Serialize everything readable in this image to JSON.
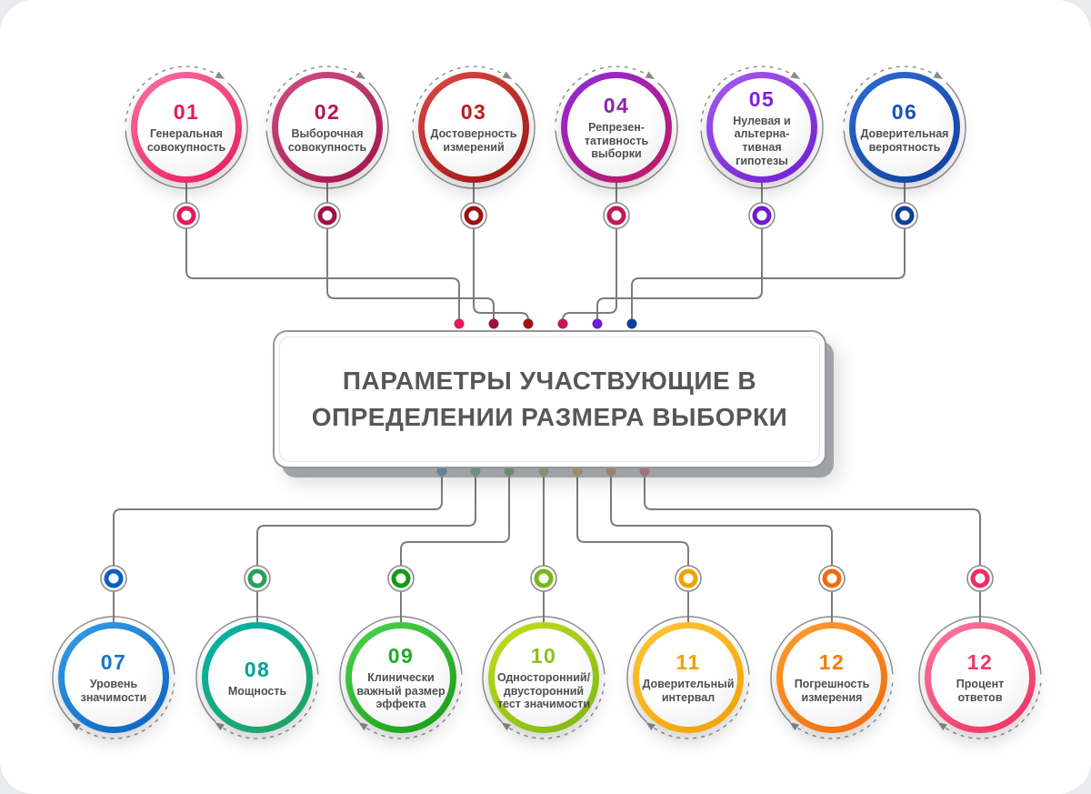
{
  "title": {
    "line1": "ПАРАМЕТРЫ УЧАСТВУЮЩИЕ В",
    "line2": "ОПРЕДЕЛЕНИИ РАЗМЕРА ВЫБОРКИ"
  },
  "colors": {
    "wire": "#7c7c7c",
    "outline": "#8c8c8c",
    "label": "#4f4f4f",
    "title": "#55585a"
  },
  "nodes_top": [
    {
      "num": "01",
      "label": "Генеральная\nсовокупность",
      "ring_start": "#f973a5",
      "ring_end": "#e8175c",
      "accent": "#e8175c"
    },
    {
      "num": "02",
      "label": "Выборочная\nсовокупность",
      "ring_start": "#d15086",
      "ring_end": "#a01148",
      "accent": "#b81355"
    },
    {
      "num": "03",
      "label": "Достоверность\nизмерений",
      "ring_start": "#e04848",
      "ring_end": "#9d1212",
      "accent": "#c11b1b"
    },
    {
      "num": "04",
      "label": "Репрезен-\nтативность\nвыборки",
      "ring_start": "#8d2ae0",
      "ring_end": "#c21858",
      "accent": "#8e24aa"
    },
    {
      "num": "05",
      "label": "Нулевая и\nальтерна-\nтивная\nгипотезы",
      "ring_start": "#a45cf0",
      "ring_end": "#6f1bd0",
      "accent": "#7c22dd"
    },
    {
      "num": "06",
      "label": "Доверительная\nвероятность",
      "ring_start": "#2e6bd6",
      "ring_end": "#0f3f9a",
      "accent": "#1a52b8"
    }
  ],
  "nodes_bottom": [
    {
      "num": "07",
      "label": "Уровень\nзначимости",
      "ring_start": "#34a0e8",
      "ring_end": "#0a5fc0",
      "accent": "#1673d2"
    },
    {
      "num": "08",
      "label": "Мощность",
      "ring_start": "#00b3ad",
      "ring_end": "#27a05c",
      "accent": "#00a19a"
    },
    {
      "num": "09",
      "label": "Клинически\nважный размер\nэффекта",
      "ring_start": "#4fd44f",
      "ring_end": "#149b14",
      "accent": "#21ad21"
    },
    {
      "num": "10",
      "label": "Односторонний/\nдвусторонний\nтест значимости",
      "ring_start": "#c6dd1d",
      "ring_end": "#79b715",
      "accent": "#8fbf1a"
    },
    {
      "num": "11",
      "label": "Доверительный\nинтервал",
      "ring_start": "#ffc63a",
      "ring_end": "#efa100",
      "accent": "#efa100"
    },
    {
      "num": "12",
      "label": "Погрешность\nизмерения",
      "ring_start": "#ff9d2e",
      "ring_end": "#f06a0a",
      "accent": "#f57c00"
    },
    {
      "num": "12",
      "label": "Процент\nответов",
      "ring_start": "#fb7ba0",
      "ring_end": "#ee2d5e",
      "accent": "#f0366b"
    }
  ]
}
